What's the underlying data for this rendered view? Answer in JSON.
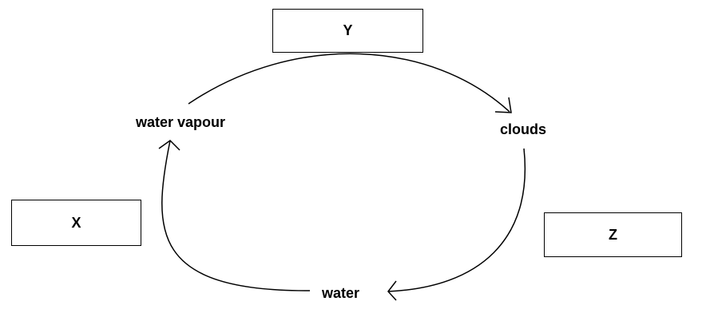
{
  "boxes": {
    "y": "Y",
    "x": "X",
    "z": "Z"
  },
  "nodes": {
    "water_vapour": "water vapour",
    "clouds": "clouds",
    "water": "water"
  },
  "arrows": [
    {
      "from": "water vapour",
      "to": "clouds",
      "label": "Y"
    },
    {
      "from": "clouds",
      "to": "water",
      "label": "Z"
    },
    {
      "from": "water",
      "to": "water vapour",
      "label": "X"
    }
  ],
  "colors": {
    "stroke": "#000000",
    "background": "#ffffff"
  }
}
